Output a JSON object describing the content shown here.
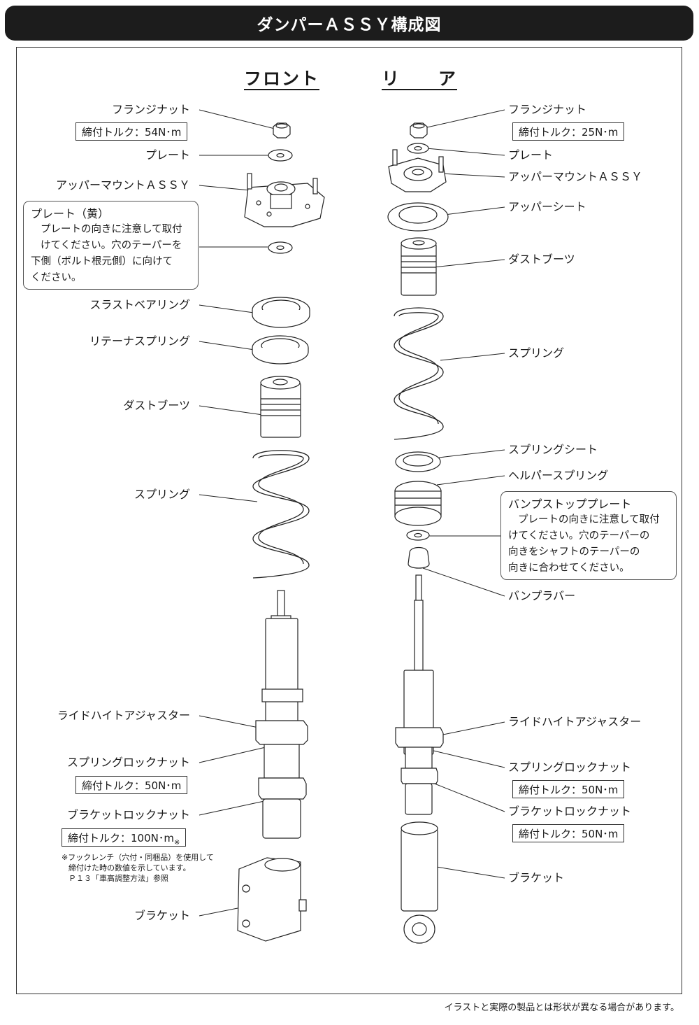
{
  "title": "ダンパーＡＳＳＹ構成図",
  "headings": {
    "front": "フロント",
    "rear": "リ　　ア"
  },
  "front": {
    "flange_nut": "フランジナット",
    "flange_nut_torque": "締付トルク：54N･m",
    "plate": "プレート",
    "upper_mount": "アッパーマウントＡＳＳＹ",
    "note": {
      "heading": "プレート（黄）",
      "lines": [
        "プレートの向きに注意して取付",
        "けてください。穴のテーパーを",
        "下側（ボルト根元側）に向けて",
        "ください。"
      ]
    },
    "thrust_bearing": "スラストベアリング",
    "retainer_spring": "リテーナスプリング",
    "dust_boot": "ダストブーツ",
    "spring": "スプリング",
    "ride_height_adjuster": "ライドハイトアジャスター",
    "spring_lock_nut": "スプリングロックナット",
    "spring_lock_nut_torque": "締付トルク：50N･m",
    "bracket_lock_nut": "ブラケットロックナット",
    "bracket_lock_nut_torque": "締付トルク：100N･m",
    "torque_mark": "※",
    "footnote": [
      "※フックレンチ（穴付・同梱品）を使用して",
      "締付けた時の数値を示しています。",
      "Ｐ１３「車高調整方法」参照"
    ],
    "bracket": "ブラケット"
  },
  "rear": {
    "flange_nut": "フランジナット",
    "flange_nut_torque": "締付トルク：25N･m",
    "plate": "プレート",
    "upper_mount": "アッパーマウントＡＳＳＹ",
    "upper_seat": "アッパーシート",
    "dust_boot": "ダストブーツ",
    "spring": "スプリング",
    "spring_seat": "スプリングシート",
    "helper_spring": "ヘルパースプリング",
    "note": {
      "heading": "バンプストッププレート",
      "lines": [
        "プレートの向きに注意して取付",
        "けてください。穴のテーパーの",
        "向きをシャフトのテーパーの",
        "向きに合わせてください。"
      ]
    },
    "bump_rubber": "バンプラバー",
    "ride_height_adjuster": "ライドハイトアジャスター",
    "spring_lock_nut": "スプリングロックナット",
    "spring_lock_nut_torque": "締付トルク：50N･m",
    "bracket_lock_nut": "ブラケットロックナット",
    "bracket_lock_nut_torque": "締付トルク：50N･m",
    "bracket": "ブラケット"
  },
  "disclaimer": "イラストと実際の製品とは形状が異なる場合があります。"
}
